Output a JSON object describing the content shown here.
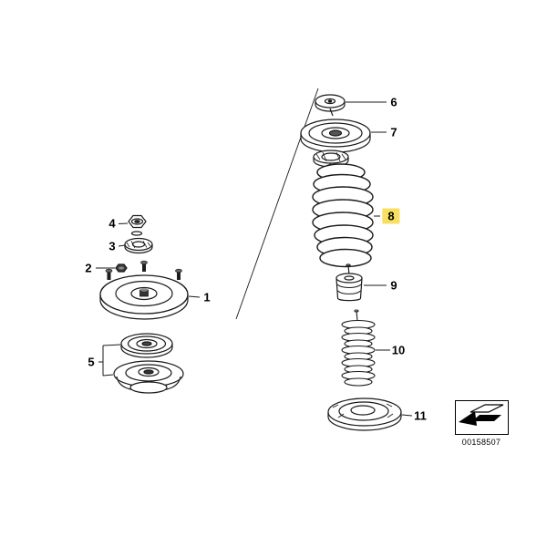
{
  "diagram": {
    "highlight_color": "#f8df5f",
    "highlighted_part": "8",
    "parts": [
      {
        "label": "1"
      },
      {
        "label": "2"
      },
      {
        "label": "3"
      },
      {
        "label": "4"
      },
      {
        "label": "5"
      },
      {
        "label": "6"
      },
      {
        "label": "7"
      },
      {
        "label": "8"
      },
      {
        "label": "9"
      },
      {
        "label": "10"
      },
      {
        "label": "11"
      }
    ]
  },
  "legend": {
    "part_number": "00158507"
  }
}
